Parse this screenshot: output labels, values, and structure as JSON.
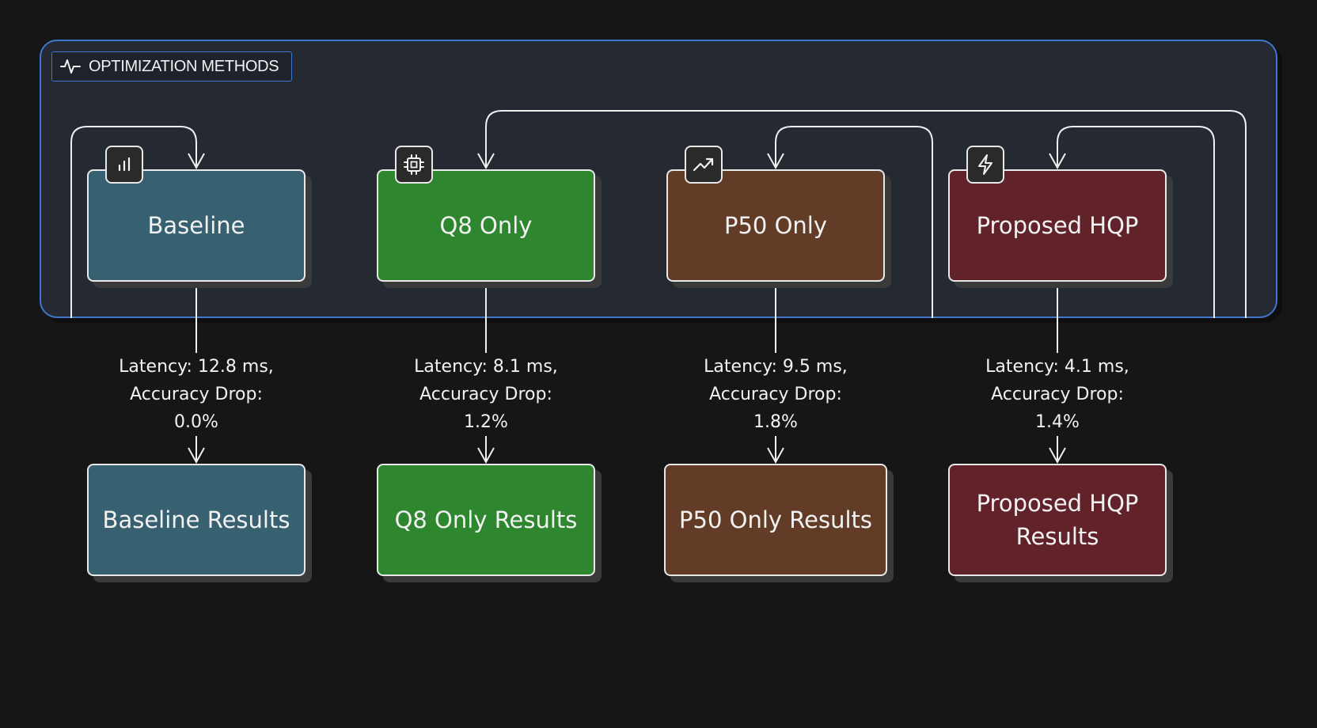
{
  "group": {
    "title": "OPTIMIZATION METHODS",
    "icon": "activity-icon"
  },
  "nodes": {
    "baseline": {
      "label": "Baseline",
      "icon": "bar-chart-icon",
      "color": "#376070"
    },
    "q8": {
      "label": "Q8 Only",
      "icon": "cpu-chip-icon",
      "color": "#2e862e"
    },
    "p50": {
      "label": "P50 Only",
      "icon": "trending-up-icon",
      "color": "#623c26"
    },
    "hqp": {
      "label": "Proposed HQP",
      "icon": "lightning-icon",
      "color": "#61222a"
    },
    "baseline_results": {
      "label": "Baseline Results"
    },
    "q8_results": {
      "label": "Q8 Only Results"
    },
    "p50_results": {
      "label": "P50 Only Results"
    },
    "hqp_results": {
      "label": "Proposed HQP Results"
    }
  },
  "edges": {
    "baseline": {
      "line1": "Latency: 12.8 ms,",
      "line2": "Accuracy Drop:",
      "line3": "0.0%"
    },
    "q8": {
      "line1": "Latency: 8.1 ms,",
      "line2": "Accuracy Drop:",
      "line3": "1.2%"
    },
    "p50": {
      "line1": "Latency: 9.5 ms,",
      "line2": "Accuracy Drop:",
      "line3": "1.8%"
    },
    "hqp": {
      "line1": "Latency: 4.1 ms,",
      "line2": "Accuracy Drop:",
      "line3": "1.4%"
    }
  },
  "colors": {
    "group_border": "#3f77cf",
    "background": "#161616",
    "group_fill": "#252a32"
  }
}
